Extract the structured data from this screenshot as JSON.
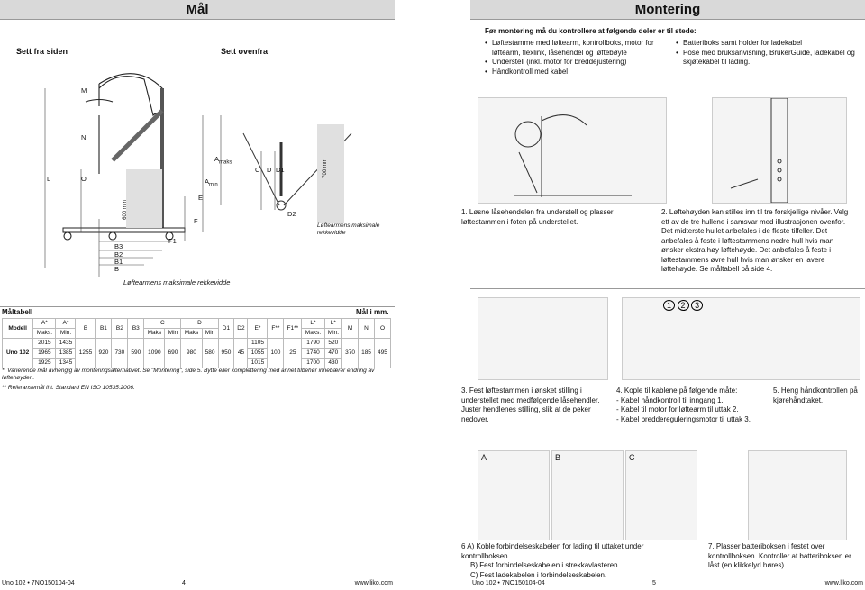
{
  "left": {
    "title": "Mål",
    "view_side": "Sett fra siden",
    "view_top": "Sett ovenfra",
    "dim_labels": {
      "M": "M",
      "N": "N",
      "L": "L",
      "O": "O",
      "A_maks": "A",
      "A_maks_sub": "maks",
      "A_min": "A",
      "A_min_sub": "min",
      "E": "E",
      "F": "F",
      "F1": "F1",
      "C": "C",
      "D": "D",
      "D1": "D1",
      "D2": "D2",
      "B3": "B3",
      "B2": "B2",
      "B1": "B1",
      "B": "B",
      "mm600": "600 mm",
      "mm700": "700 mm"
    },
    "reach_side": "Løftearmens maksimale rekkevidde",
    "reach_top": "Løftearmens maksimale rekkevidde",
    "table_title": "Måltabell",
    "table_unit": "Mål i mm.",
    "table_head1": [
      "Modell",
      "A*",
      "A*",
      "B",
      "B1",
      "B2",
      "B3",
      "C",
      "D",
      "D1",
      "D2",
      "E*",
      "F**",
      "F1**",
      "L*",
      "L*",
      "M",
      "N",
      "O"
    ],
    "table_head2": [
      "Maks.",
      "Min.",
      "Maks",
      "Min",
      "Maks",
      "Min",
      "Maks.",
      "Min."
    ],
    "row_model": "Uno 102",
    "amaks": [
      "2015",
      "1965",
      "1925"
    ],
    "amin": [
      "1435",
      "1385",
      "1345"
    ],
    "fixed": [
      "1255",
      "920",
      "730",
      "590",
      "1090",
      "690",
      "980",
      "580",
      "950",
      "45"
    ],
    "e": [
      "1105",
      "1055",
      "1015"
    ],
    "f": "100",
    "f1": "25",
    "lmaks": [
      "1790",
      "1740",
      "1700"
    ],
    "lmin": [
      "520",
      "470",
      "430"
    ],
    "mno": [
      "370",
      "185",
      "495"
    ],
    "fn1": "Varierende mål avhengig av monteringsalternativet. Se \"Montering\", side 5. Bytte eller komplettering med annet tilbehør innebærer endring av løftehøyden.",
    "fn2": "Referansemål iht. Standard EN ISO 10535:2006.",
    "footer_doc": "Uno 102  •  7NO150104-04",
    "footer_page": "4",
    "footer_url": "www.liko.com"
  },
  "right": {
    "title": "Montering",
    "check_title": "Før montering må du kontrollere at følgende deler er til stede:",
    "check_left": [
      "Løftestamme med løftearm, kontrollboks, motor for løftearm, flexlink, låsehendel og løftebøyle",
      "Understell (inkl. motor for breddejustering)",
      "Håndkontroll med kabel"
    ],
    "check_right": [
      "Batteriboks samt holder for ladekabel",
      "Pose med bruksanvisning, BrukerGuide, ladekabel og skjøtekabel til lading."
    ],
    "step1": "1. Løsne låsehendelen fra understell og plasser løftestammen i foten på understellet.",
    "step2": "2. Løftehøyden kan stilles inn til tre forskjellige nivåer. Velg ett av de tre hullene i samsvar med illustrasjonen ovenfor. Det midterste hullet anbefales i de fleste tilfeller. Det anbefales å feste i løftestammens nedre hull hvis man ønsker ekstra høy løftehøyde. Det anbefales å feste i løftestammens øvre hull hvis man ønsker en lavere løftehøyde. Se måltabell på side 4.",
    "step3": "3. Fest løftestammen i ønsket stilling i understellet med medfølgende låsehendler. Juster hendlenes stilling, slik at de peker nedover.",
    "step4_title": "4. Kople til kablene på følgende måte:",
    "step4_items": [
      "- Kabel håndkontroll til inngang 1.",
      "- Kabel til motor for løftearm til uttak 2.",
      "- Kabel breddereguleringsmotor til uttak 3."
    ],
    "step5": "5. Heng håndkontrollen på kjørehåndtaket.",
    "step6_items": [
      "6 A) Koble forbindelseskabelen for lading til uttaket under kontrollboksen.",
      "B) Fest forbindelseskabelen i strekkavlasteren.",
      "C) Fest ladekabelen i forbindelseskabelen."
    ],
    "step7": "7. Plasser batteriboksen i festet over kontrollboksen. Kontroller at batteriboksen er låst (en klikkelyd høres).",
    "callout_1": "1",
    "callout_2": "2",
    "callout_3": "3",
    "label_A": "A",
    "label_B": "B",
    "label_C": "C",
    "footer_doc": "Uno 102  •  7NO150104-04",
    "footer_page": "5",
    "footer_url": "www.liko.com"
  }
}
